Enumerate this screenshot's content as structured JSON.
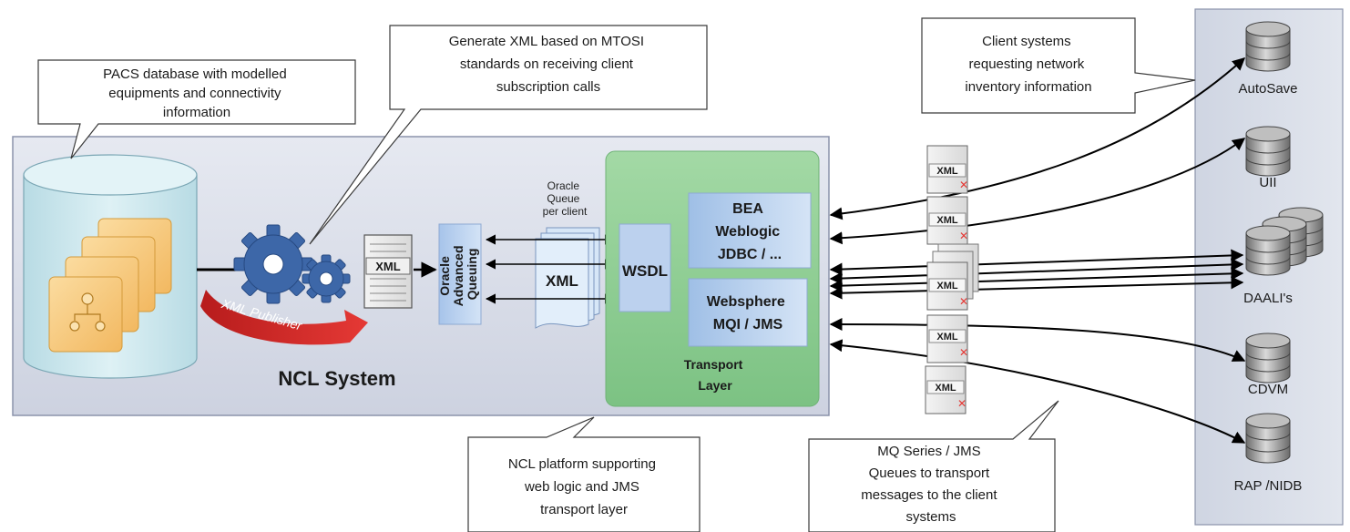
{
  "callouts": {
    "pacs": [
      "PACS database with modelled",
      "equipments and connectivity",
      "information"
    ],
    "mtosi": [
      "Generate XML based on MTOSI",
      "standards on receiving client",
      "subscription calls"
    ],
    "clients": [
      "Client systems",
      "requesting network",
      "inventory information"
    ],
    "platform": [
      "NCL platform supporting",
      "web logic and JMS",
      "transport layer"
    ],
    "mq": [
      "MQ Series / JMS",
      "Queues to transport",
      "messages to the client",
      "systems"
    ]
  },
  "ncl": {
    "system_label": "NCL System",
    "publisher_label": "XML Publisher",
    "xml_doc_label": "XML",
    "oracle_aq_lines": [
      "Oracle",
      "Advanced",
      "Queuing"
    ],
    "queue_caption": [
      "Oracle",
      "Queue",
      "per client"
    ],
    "queue_xml_label": "XML",
    "wsdl_label": "WSDL",
    "bea_lines": [
      "BEA",
      "Weblogic",
      "JDBC / ..."
    ],
    "websphere_lines": [
      "Websphere",
      "MQI / JMS"
    ],
    "transport_lines": [
      "Transport",
      "Layer"
    ]
  },
  "messages": {
    "xml_label": "XML"
  },
  "clients": [
    {
      "name": "AutoSave"
    },
    {
      "name": "UII"
    },
    {
      "name": "DAALI's"
    },
    {
      "name": "CDVM"
    },
    {
      "name": "RAP /NIDB"
    }
  ],
  "colors": {
    "ncl_panel": "#d9deea",
    "transport_layer": "#8fcd94",
    "oracle_box": "#b7d0ee",
    "database_cylinder": "#cfe8ef",
    "client_panel": "#d6dbe6",
    "gear": "#3d67a8",
    "ribbon": "#d42b2b",
    "entity_box": "#f7c97e"
  }
}
